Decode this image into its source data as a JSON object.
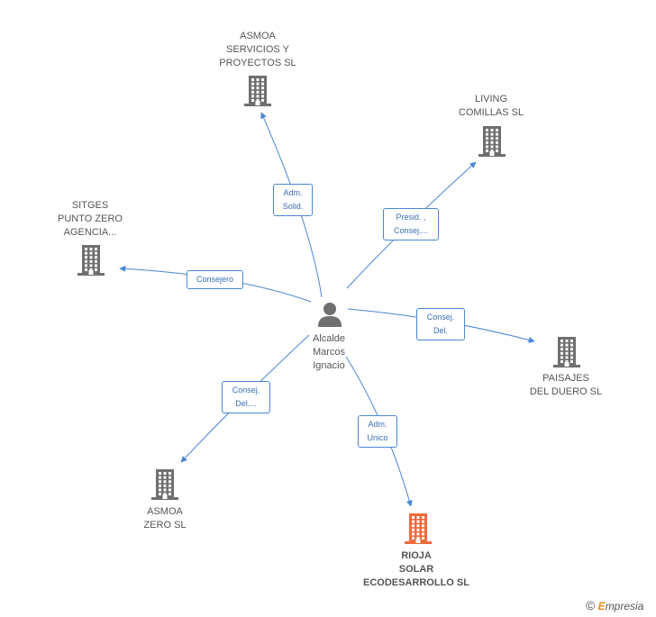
{
  "center": {
    "name_lines": [
      "Alcalde",
      "Marcos",
      "Ignacio"
    ],
    "icon": "person-icon"
  },
  "companies": [
    {
      "key": "asmoa_servicios",
      "lines": [
        "ASMOA",
        "SERVICIOS Y",
        "PROYECTOS SL"
      ],
      "role_lines": [
        "Adm.",
        "Solid."
      ],
      "highlight": false
    },
    {
      "key": "living_comillas",
      "lines": [
        "LIVING",
        "COMILLAS SL"
      ],
      "role_lines": [
        "Presid. ,",
        "Consej...."
      ],
      "highlight": false
    },
    {
      "key": "sitges",
      "lines": [
        "SITGES",
        "PUNTO ZERO",
        "AGENCIA..."
      ],
      "role_lines": [
        "Consejero"
      ],
      "highlight": false
    },
    {
      "key": "paisajes",
      "lines": [
        "PAISAJES",
        "DEL DUERO SL"
      ],
      "role_lines": [
        "Consej.",
        "Del."
      ],
      "highlight": false
    },
    {
      "key": "asmoa_zero",
      "lines": [
        "ASMOA",
        "ZERO SL"
      ],
      "role_lines": [
        "Consej.",
        "Del...."
      ],
      "highlight": false
    },
    {
      "key": "rioja",
      "lines": [
        "RIOJA",
        "SOLAR",
        "ECODESARROLLO SL"
      ],
      "role_lines": [
        "Adm.",
        "Unico"
      ],
      "highlight": true
    }
  ],
  "colors": {
    "edge": "#4a86d4",
    "building": "#6f6f6f",
    "building_highlight": "#f26a3d",
    "person": "#6f6f6f"
  },
  "brand": {
    "copyright": "©",
    "e": "E",
    "rest": "mpresia"
  }
}
